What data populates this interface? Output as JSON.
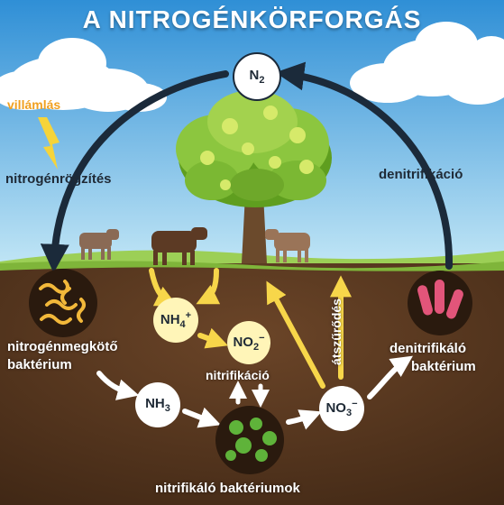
{
  "title": "A NITROGÉNKÖRFORGÁS",
  "labels": {
    "lightning": "villámlás",
    "fixation": "nitrogénrögzítés",
    "denitrification": "denitrifikáció",
    "fixing_bacteria_1": "nitrogénmegkötő",
    "fixing_bacteria_2": "baktérium",
    "nitrification": "nitrifikáció",
    "leaching": "átszűrődés",
    "denitrifying_bacteria_1": "denitrifikáló",
    "denitrifying_bacteria_2": "baktérium",
    "nitrifying_bacteria": "nitrifikáló baktériumok"
  },
  "molecules": {
    "n2": {
      "base": "N",
      "sub": "2",
      "sup": ""
    },
    "nh4": {
      "base": "NH",
      "sub": "4",
      "sup": "+"
    },
    "no2": {
      "base": "NO",
      "sub": "2",
      "sup": "−"
    },
    "nh3": {
      "base": "NH",
      "sub": "3",
      "sup": ""
    },
    "no3": {
      "base": "NO",
      "sub": "3",
      "sup": "−"
    }
  },
  "colors": {
    "sky_top": "#2f8fd6",
    "sky_bottom": "#bfe6f7",
    "soil": "#5a3a24",
    "grass": "#8cc63f",
    "cycle_arrow": "#1b2a3a",
    "yellow_arrow": "#f7d64a",
    "lightning_text": "#f0a020"
  },
  "icons": [
    "lightning-icon",
    "tree-icon",
    "cow-icon",
    "cloud-icon",
    "bacteria-icon"
  ]
}
